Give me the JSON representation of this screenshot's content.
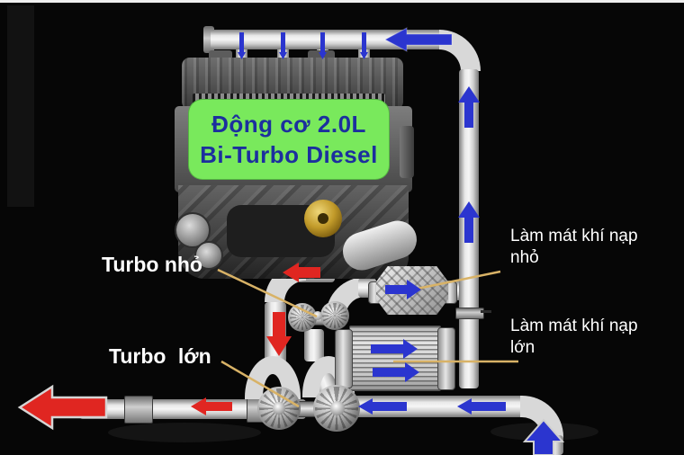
{
  "diagram": {
    "engine_label": {
      "line1": "Động cơ 2.0L",
      "line2": "Bi-Turbo Diesel"
    },
    "callouts": {
      "small_turbo": "Turbo nhỏ",
      "large_turbo": "Turbo lớn",
      "small_intercooler_line1": "Làm mát khí nạp",
      "small_intercooler_line2": "nhỏ",
      "large_intercooler_line1": "Làm mát khí nạp",
      "large_intercooler_line2": "lớn"
    },
    "flows": [
      {
        "name": "charge-air-flow",
        "color_name": "blue",
        "hex": "#2b35cf"
      },
      {
        "name": "exhaust-flow",
        "color_name": "red",
        "hex": "#e02621"
      }
    ]
  },
  "colors": {
    "background": "#060606",
    "pipe": "#d8d8d8",
    "flow_blue": "#2b35cf",
    "flow_red": "#e02621",
    "callout_line": "#d8b266",
    "engine_label_bg": "#79e95c",
    "engine_label_text": "#1c2f9e",
    "label_text": "#ffffff",
    "top_edge": "#efefef"
  }
}
